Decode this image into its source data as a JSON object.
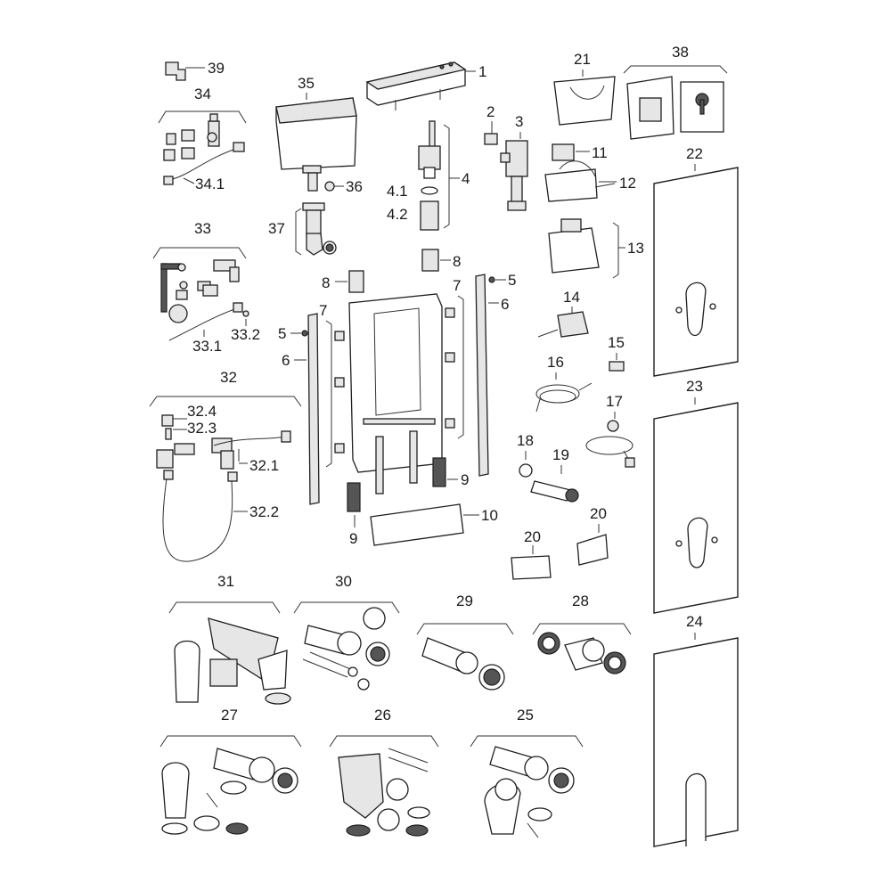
{
  "labels": {
    "l1": "1",
    "l2": "2",
    "l3": "3",
    "l4": "4",
    "l4_1": "4.1",
    "l4_2": "4.2",
    "l5a": "5",
    "l5b": "5",
    "l6a": "6",
    "l6b": "6",
    "l7a": "7",
    "l7b": "7",
    "l8a": "8",
    "l8b": "8",
    "l9a": "9",
    "l9b": "9",
    "l10": "10",
    "l11": "11",
    "l12": "12",
    "l13": "13",
    "l14": "14",
    "l15": "15",
    "l16": "16",
    "l17": "17",
    "l18": "18",
    "l19": "19",
    "l20a": "20",
    "l20b": "20",
    "l21": "21",
    "l22": "22",
    "l23": "23",
    "l24": "24",
    "l25": "25",
    "l26": "26",
    "l27": "27",
    "l28": "28",
    "l29": "29",
    "l30": "30",
    "l31": "31",
    "l32": "32",
    "l32_1": "32.1",
    "l32_2": "32.2",
    "l32_3": "32.3",
    "l32_4": "32.4",
    "l33": "33",
    "l33_1": "33.1",
    "l33_2": "33.2",
    "l34": "34",
    "l34_1": "34.1",
    "l35": "35",
    "l36": "36",
    "l37": "37",
    "l38": "38",
    "l39": "39"
  }
}
